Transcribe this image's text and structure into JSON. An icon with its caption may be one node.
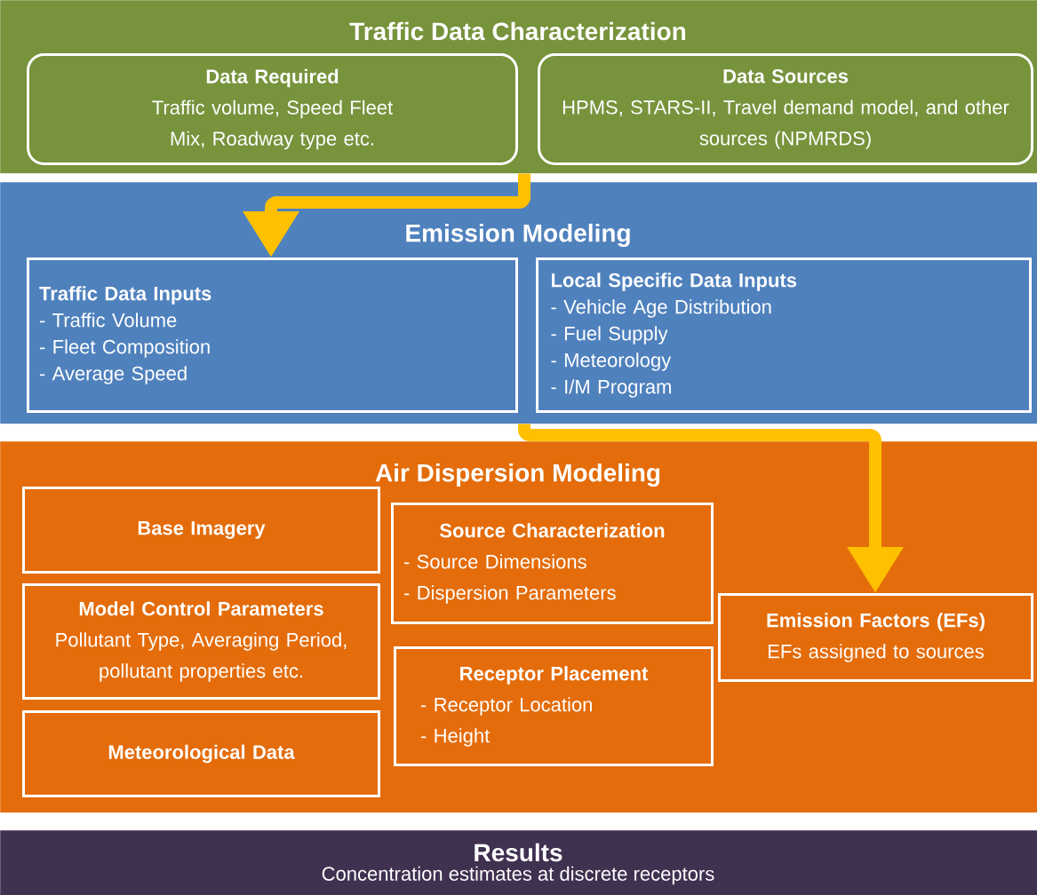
{
  "diagram": {
    "nodes": [
      {
        "text": [
          "Traffic Data Characterization"
        ]
      },
      {
        "text": [
          "Data Required",
          "Traffic volume, Speed Fleet Mix, Roadway type etc."
        ],
        "in": 0
      },
      {
        "text": [
          "Data Sources",
          "HPMS, STARS-II, Travel demand model, and other sources (NPMRDS)"
        ],
        "in": 0
      },
      {
        "text": [
          "Emission Modeling"
        ]
      },
      {
        "text": [
          "Traffic Data Inputs",
          "- Traffic Volume",
          "- Fleet Composition",
          "- Average Speed"
        ],
        "in": 3
      },
      {
        "text": [
          "Local Specific Data Inputs",
          "- Vehicle Age Distribution",
          "- Fuel Supply",
          "- Meteorology",
          "- I/M Program"
        ],
        "in": 3
      },
      {
        "text": [
          "Air Dispersion Modeling"
        ]
      },
      {
        "text": [
          "Base Imagery"
        ],
        "in": 6
      },
      {
        "text": [
          "Source Characterization",
          "- Source Dimensions",
          "- Dispersion Parameters"
        ],
        "in": 6
      },
      {
        "text": [
          "Model Control Parameters",
          "Pollutant Type, Averaging Period, pollutant properties etc."
        ],
        "in": 6
      },
      {
        "text": [
          "Emission Factors (EFs)",
          "EFs assigned to sources"
        ],
        "in": 6
      },
      {
        "text": [
          "Receptor Placement",
          "- Receptor Location",
          "- Height"
        ],
        "in": 6
      },
      {
        "text": [
          "Meteorological Data"
        ],
        "in": 6
      },
      {
        "text": [
          "Results",
          "Concentration estimates at discrete receptors"
        ]
      }
    ],
    "edges": [
      {
        "from": 0,
        "to": 4,
        "arrow": "to"
      },
      {
        "from": 3,
        "to": 10,
        "arrow": "to"
      }
    ]
  }
}
